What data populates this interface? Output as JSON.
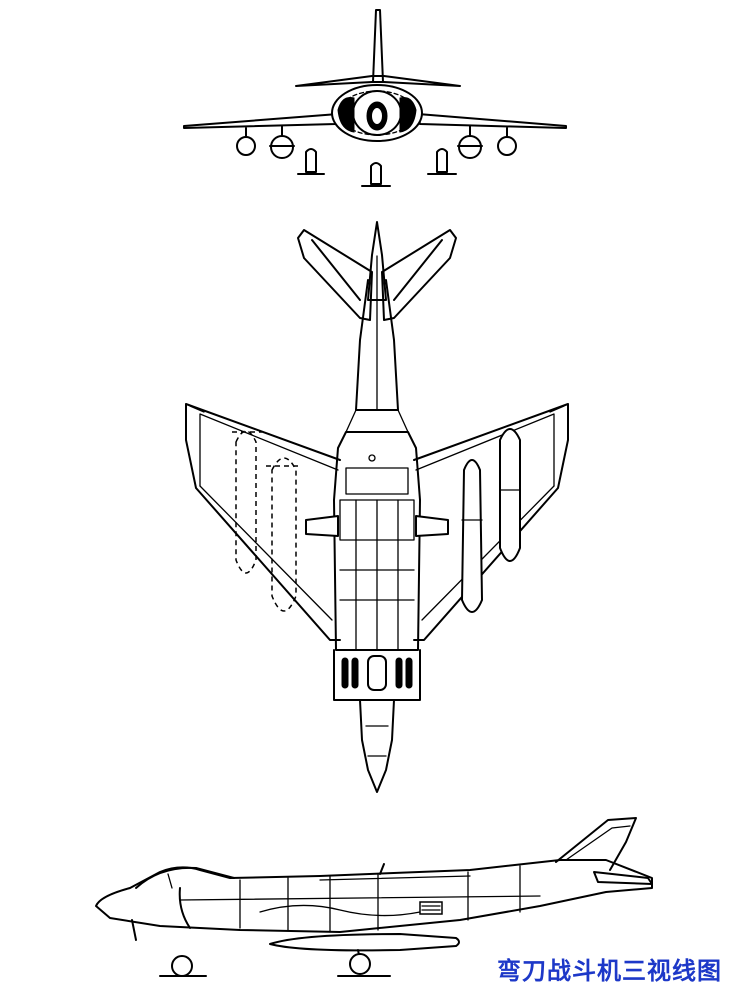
{
  "caption": {
    "text": "弯刀战斗机三视线图",
    "color": "#1d38c8"
  },
  "views": [
    "front-view",
    "top-view",
    "side-view"
  ],
  "line_color": "#000000",
  "background": "#ffffff"
}
